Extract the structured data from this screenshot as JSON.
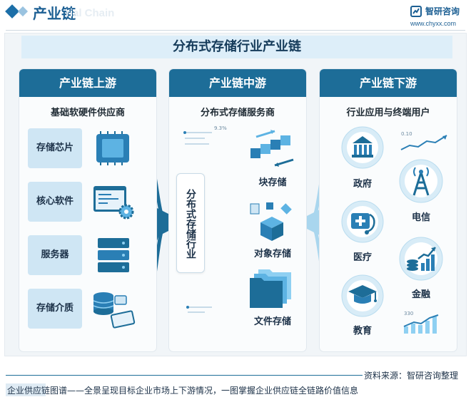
{
  "header": {
    "title": "产业链",
    "watermark": "rial Chain",
    "logo_name": "智研咨询",
    "logo_url": "www.chyxx.com"
  },
  "main_title": "分布式存储行业产业链",
  "upstream": {
    "title": "产业链上游",
    "subtitle": "基础软硬件供应商",
    "items": [
      {
        "label": "存储芯片",
        "icon": "chip-icon"
      },
      {
        "label": "核心软件",
        "icon": "code-window-gear-icon"
      },
      {
        "label": "服务器",
        "icon": "server-rack-icon"
      },
      {
        "label": "存储介质",
        "icon": "disk-ssd-icon"
      }
    ]
  },
  "midstream": {
    "title": "产业链中游",
    "subtitle": "分布式存储服务商",
    "industry": "分布式存储行业",
    "items": [
      {
        "label": "块存储",
        "icon": "blocks-icon"
      },
      {
        "label": "对象存储",
        "icon": "object-box-icon"
      },
      {
        "label": "文件存储",
        "icon": "folders-icon"
      }
    ],
    "chart_tag": "9.3%"
  },
  "downstream": {
    "title": "产业链下游",
    "subtitle": "行业应用与终端用户",
    "items": [
      {
        "label": "政府",
        "icon": "government-building-icon"
      },
      {
        "label": "电信",
        "icon": "signal-tower-icon"
      },
      {
        "label": "医疗",
        "icon": "medical-kit-icon"
      },
      {
        "label": "金融",
        "icon": "coins-chart-icon"
      },
      {
        "label": "教育",
        "icon": "graduation-cap-icon"
      }
    ],
    "chart_tags": [
      "0.10",
      "330"
    ]
  },
  "footer": {
    "source": "资料来源：智研咨询整理",
    "text": "企业供应链图谱——全景呈现目标企业市场上下游情况，一图掌握企业供应链全链路价值信息"
  },
  "colors": {
    "primary": "#1d6d98",
    "light": "#cfe6f4",
    "accent": "#3aa3d4"
  }
}
